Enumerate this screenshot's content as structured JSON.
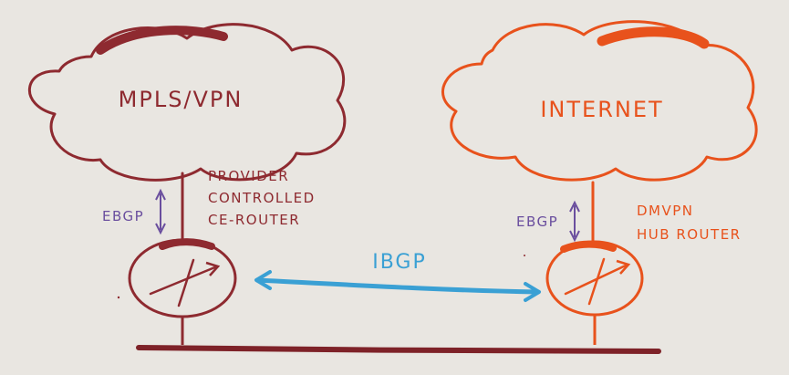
{
  "colors": {
    "background": "#e9e6e1",
    "mpls": "#8e2a30",
    "internet": "#e8521c",
    "ebgp": "#6a4e9e",
    "ibgp": "#3aa0d4",
    "ground": "#7e2228"
  },
  "left_cloud": {
    "label": "MPLS/VPN"
  },
  "right_cloud": {
    "label": "INTERNET"
  },
  "left_router": {
    "ebgp_label": "EBGP",
    "caption_lines": [
      "PROVIDER",
      "CONTROLLED",
      "CE-ROUTER"
    ],
    "icon": "router-icon"
  },
  "right_router": {
    "ebgp_label": "EBGP",
    "caption_lines": [
      "DMVPN",
      "HUB ROUTER"
    ],
    "icon": "router-icon"
  },
  "ibgp": {
    "label": "IBGP"
  }
}
